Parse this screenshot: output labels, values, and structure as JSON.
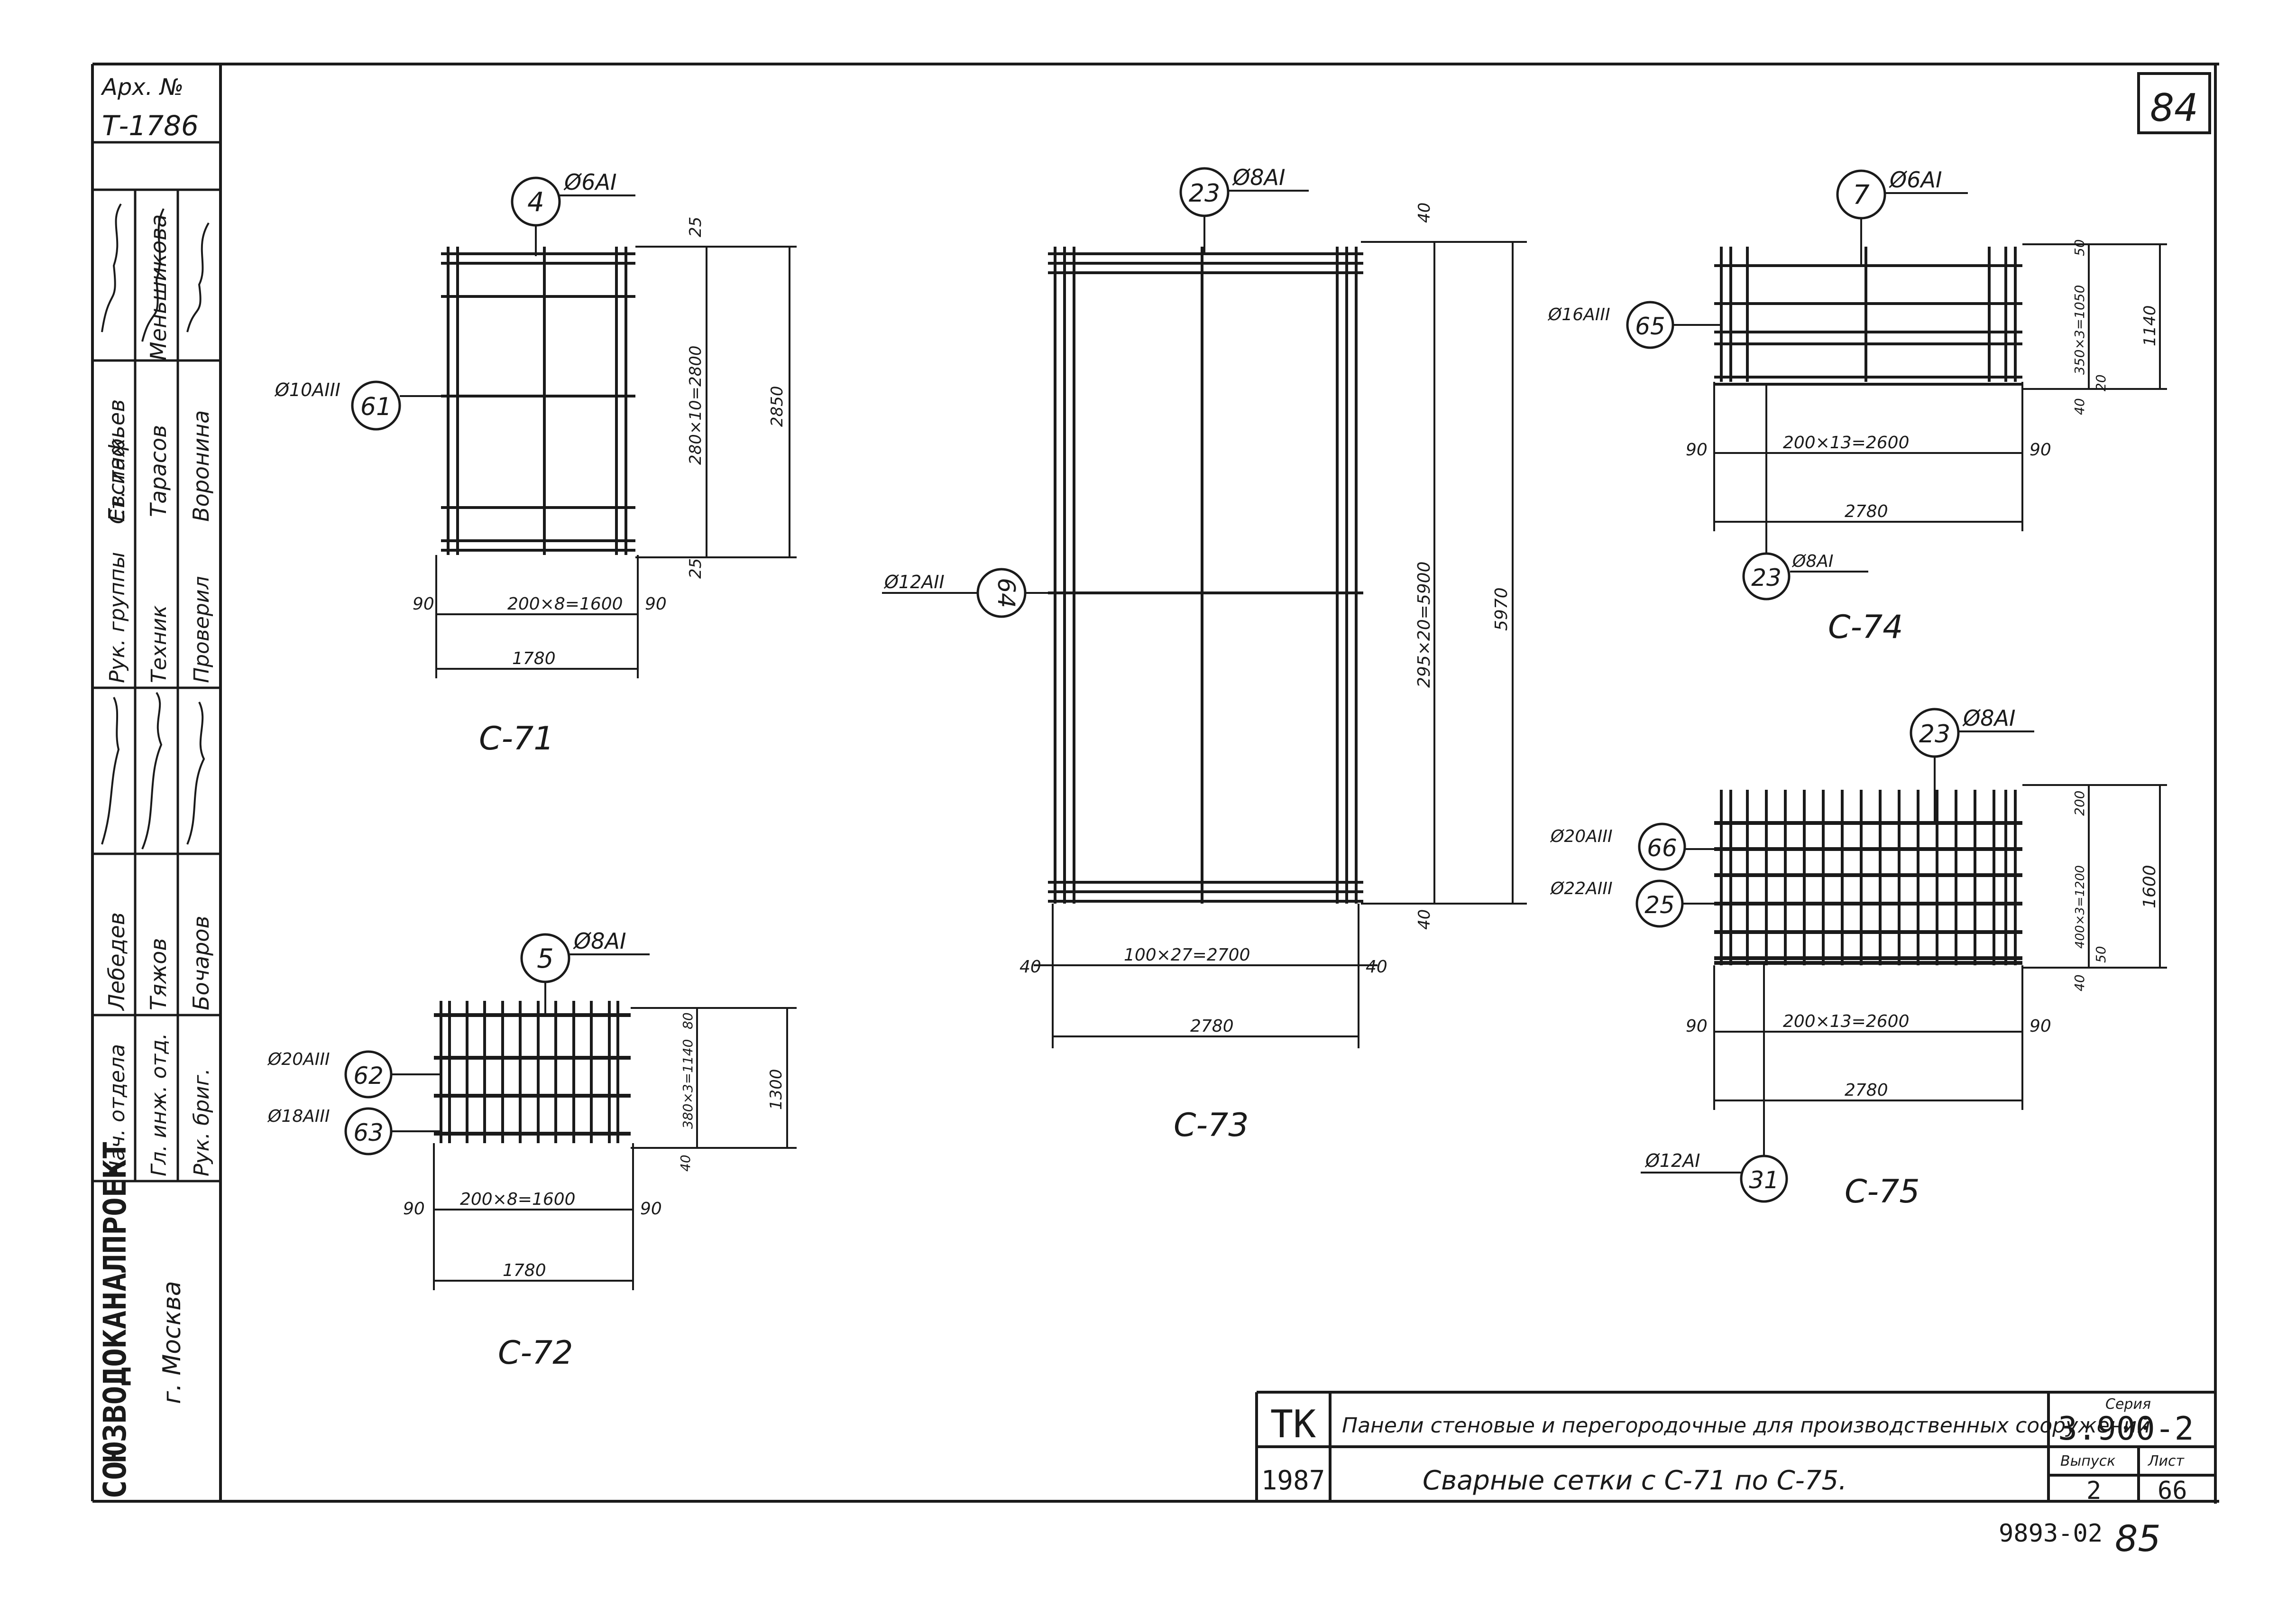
{
  "sheet": {
    "page_number": "84",
    "archive_label": "Арх. №",
    "archive_number": "Т-1786",
    "footer_code": "9893-02",
    "footer_mark": "85"
  },
  "left_stamp": {
    "organization": "СОЮЗВОДОКАНАЛПРОЕКТ",
    "city": "г. Москва",
    "roles": [
      "Рук. группы",
      "Ст. инж.",
      "Техник",
      "Проверил",
      "Нач. отдела",
      "Гл. инж. отд.",
      "Рук. бриг."
    ],
    "names": [
      "Евстафьев",
      "Тарасов",
      "Меньшикова",
      "Воронина",
      "Лебедев",
      "Тяжов",
      "Бочаров"
    ]
  },
  "title_block": {
    "organization_code": "ТК",
    "year": "1987",
    "project_title": "Панели стеновые и перегородочные для производственных сооружений",
    "sheet_title": "Сварные сетки с С-71 по С-75.",
    "series_label": "Серия",
    "series": "3.900-2",
    "issue_label": "Выпуск",
    "issue": "2",
    "sheet_label": "Лист",
    "sheet": "66"
  },
  "meshes": {
    "c71": {
      "label": "С-71",
      "pos_top": "4",
      "bar_top": "Ø6АI",
      "pos_left": "61",
      "bar_left": "Ø10АIII",
      "dim_x_spacing": "200×8=1600",
      "dim_x_edge_l": "90",
      "dim_x_edge_r": "90",
      "dim_x_total": "1780",
      "dim_y_spacing": "280×10=2800",
      "dim_y_edge_t": "25",
      "dim_y_edge_b": "25",
      "dim_y_total": "2850"
    },
    "c72": {
      "label": "С-72",
      "pos_top": "5",
      "bar_top": "Ø8АI",
      "pos_a": "62",
      "bar_a": "Ø20АIII",
      "pos_b": "63",
      "bar_b": "Ø18АIII",
      "dim_x_spacing": "200×8=1600",
      "dim_x_edge_l": "90",
      "dim_x_edge_r": "90",
      "dim_x_total": "1780",
      "dim_y_spacing": "380×3=1140",
      "dim_y_edge_t": "80",
      "dim_y_edge_b": "40",
      "dim_y_total": "1300"
    },
    "c73": {
      "label": "С-73",
      "pos_top": "23",
      "bar_top": "Ø8АI",
      "pos_left": "64",
      "bar_left": "Ø12АII",
      "dim_x_spacing": "100×27=2700",
      "dim_x_edge_l": "40",
      "dim_x_edge_r": "40",
      "dim_x_total": "2780",
      "dim_y_spacing": "295×20=5900",
      "dim_y_edge_t": "40",
      "dim_y_edge_b": "40",
      "dim_y_total": "5970"
    },
    "c74": {
      "label": "С-74",
      "pos_top": "7",
      "bar_top": "Ø6АI",
      "pos_left": "65",
      "bar_left": "Ø16АIII",
      "pos_bottom": "23",
      "bar_bottom": "Ø8АI",
      "dim_x_spacing": "200×13=2600",
      "dim_x_edge_l": "90",
      "dim_x_edge_r": "90",
      "dim_x_total": "2780",
      "dim_y_spacing": "350×3=1050",
      "dim_y_edge_t": "50",
      "dim_y_edge_b": "40",
      "dim_y_extra": "20",
      "dim_y_total": "1140"
    },
    "c75": {
      "label": "С-75",
      "pos_top": "23",
      "bar_top": "Ø8АI",
      "pos_a": "66",
      "bar_a": "Ø20АIII",
      "pos_b": "25",
      "bar_b": "Ø22АIII",
      "pos_bottom": "31",
      "bar_bottom": "Ø12АI",
      "dim_x_spacing": "200×13=2600",
      "dim_x_edge_l": "90",
      "dim_x_edge_r": "90",
      "dim_x_total": "2780",
      "dim_y_spacing": "400×3=1200",
      "dim_y_edge_t": "200",
      "dim_y_edge_b": "40",
      "dim_y_extra": "50",
      "dim_y_total": "1600"
    }
  }
}
